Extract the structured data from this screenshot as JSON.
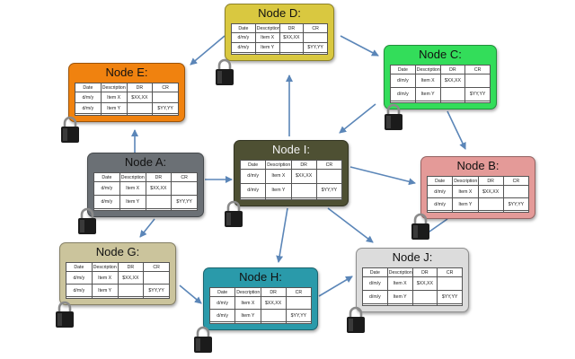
{
  "nodes": [
    {
      "id": "d",
      "title": "Node D:",
      "color": "#d9c840"
    },
    {
      "id": "e",
      "title": "Node E:",
      "color": "#f0820f"
    },
    {
      "id": "c",
      "title": "Node C:",
      "color": "#33dd5a"
    },
    {
      "id": "i",
      "title": "Node I:",
      "color": "#4e5033"
    },
    {
      "id": "a",
      "title": "Node A:",
      "color": "#6b7075"
    },
    {
      "id": "b",
      "title": "Node B:",
      "color": "#e49a98"
    },
    {
      "id": "g",
      "title": "Node G:",
      "color": "#cbc49c"
    },
    {
      "id": "h",
      "title": "Node H:",
      "color": "#2a9aaa"
    },
    {
      "id": "j",
      "title": "Node J:",
      "color": "#dcdcdc"
    }
  ],
  "ledger": {
    "headers": [
      "Date",
      "Description",
      "DR",
      "CR"
    ],
    "rows": [
      [
        "d/m/y",
        "Item X",
        "$XX,XX",
        ""
      ],
      [
        "d/m/y",
        "Item Y",
        "",
        "$YY,YY"
      ]
    ]
  },
  "icons": {
    "lock": "padlock-icon"
  }
}
